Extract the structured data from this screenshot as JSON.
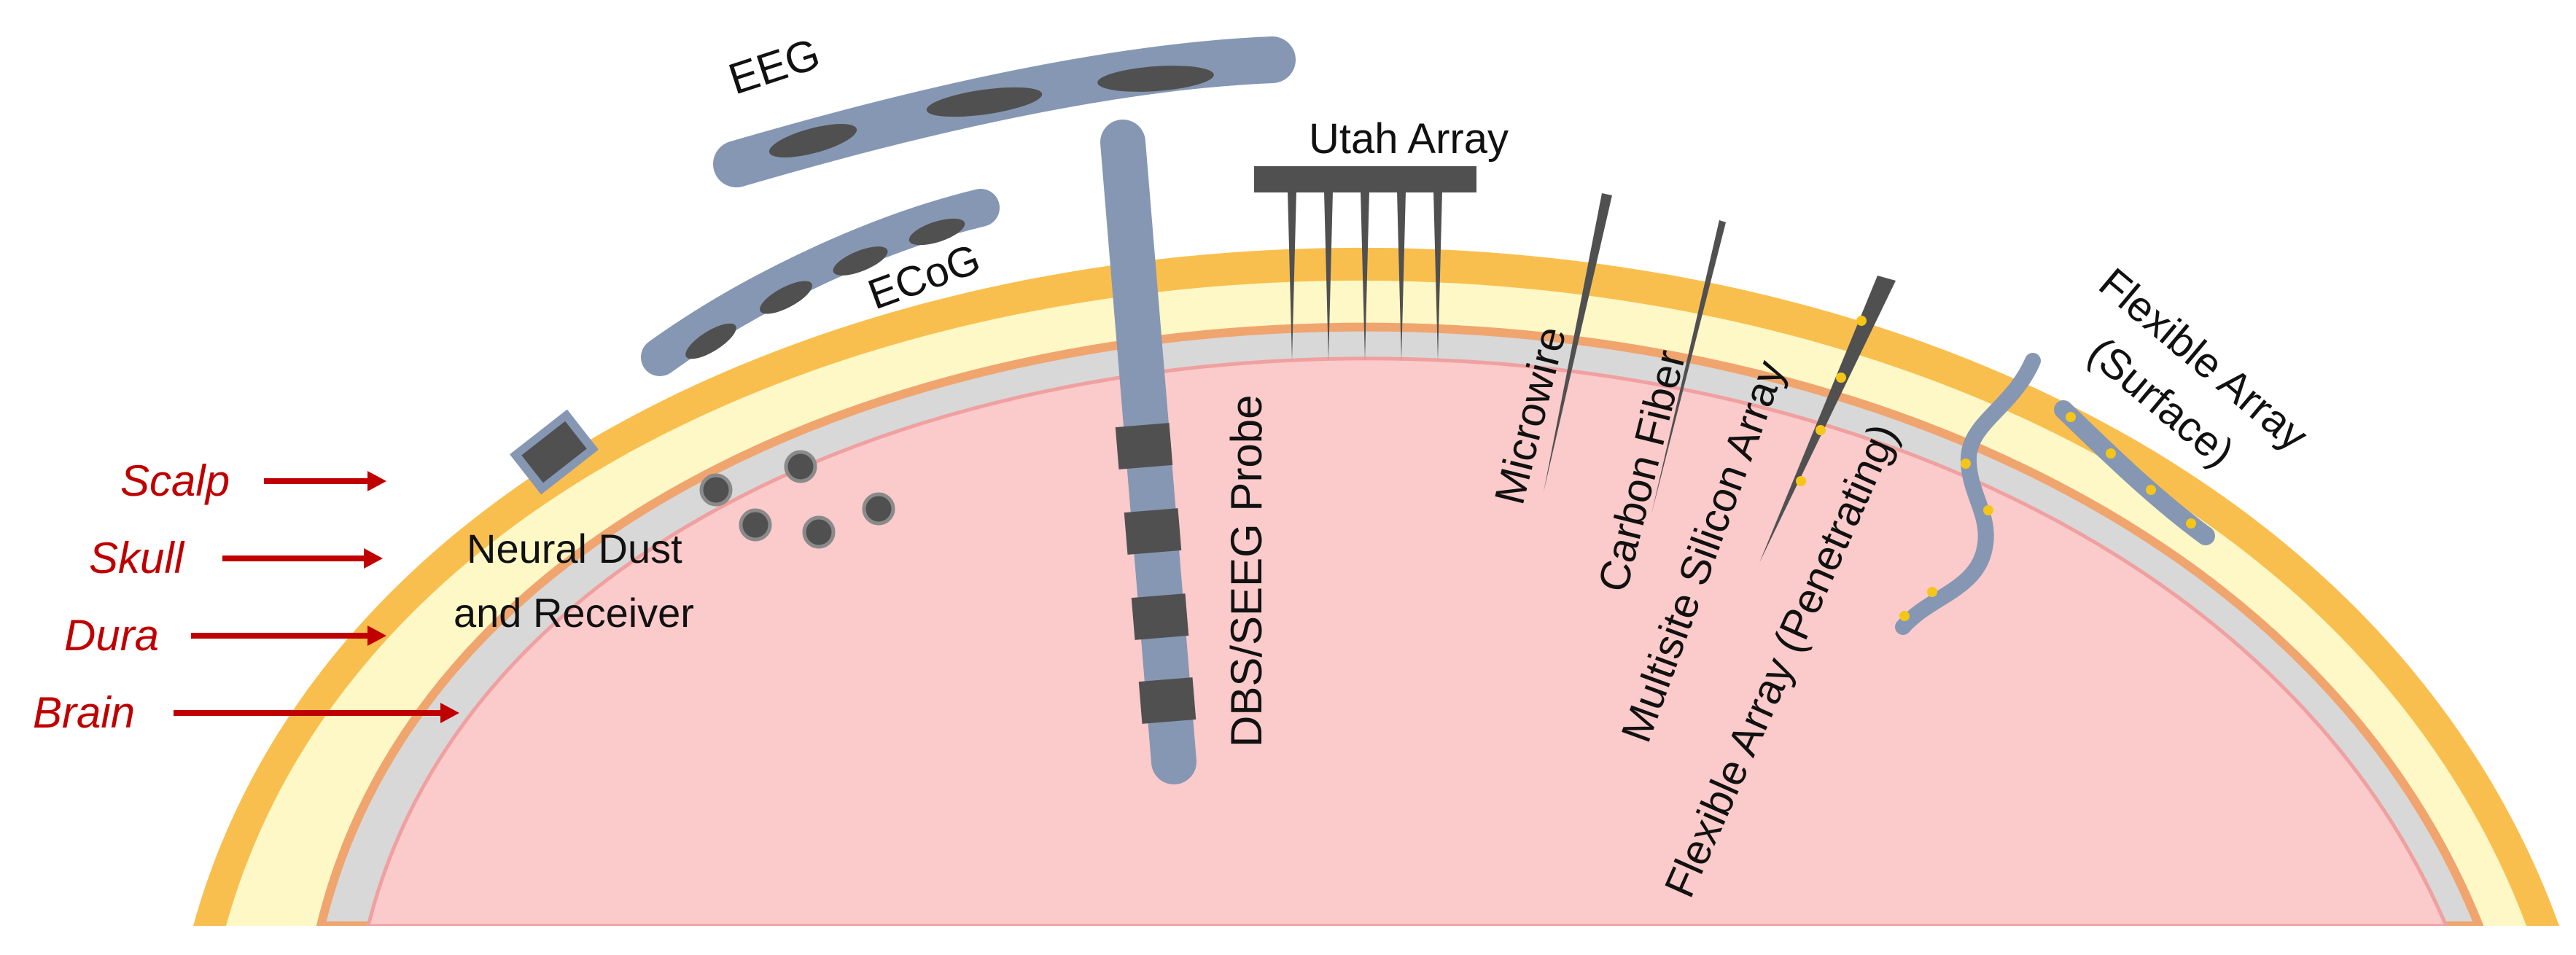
{
  "layers": [
    {
      "key": "scalp",
      "label": "Scalp"
    },
    {
      "key": "skull",
      "label": "Skull"
    },
    {
      "key": "dura",
      "label": "Dura"
    },
    {
      "key": "brain",
      "label": "Brain"
    }
  ],
  "devices": {
    "eeg": "EEG",
    "ecog": "ECoG",
    "utah": "Utah Array",
    "neural_dust_line1": "Neural Dust",
    "neural_dust_line2": "and Receiver",
    "dbs": "DBS/SEEG Probe",
    "microwire": "Microwire",
    "carbon": "Carbon Fiber",
    "multisite": "Multisite Silicon Array",
    "flex_pen": "Flexible Array (Penetrating)",
    "flex_surf_line1": "Flexible Array",
    "flex_surf_line2": "(Surface)"
  },
  "colors": {
    "scalp": "#f9bf4e",
    "skull": "#fdf8c6",
    "dura_line": "#f0a56e",
    "csf": "#d8d8d8",
    "brain": "#fbcaca",
    "brain_edge": "#f0a0a0",
    "device_blue": "#8597b3",
    "device_dark": "#505050",
    "arrow": "#c00000",
    "electrode_dot": "#f5c518"
  }
}
